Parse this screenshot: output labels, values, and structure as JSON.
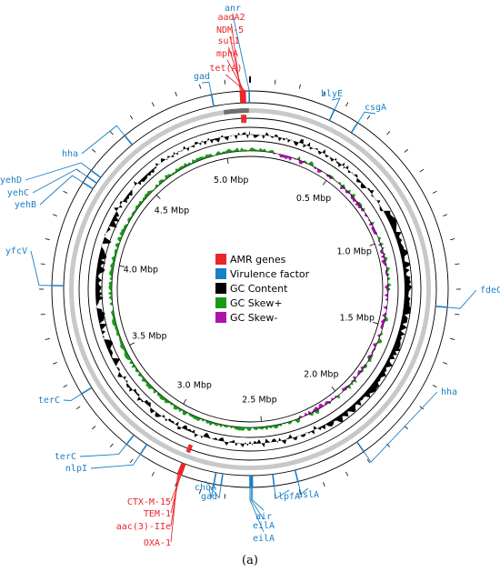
{
  "genome": {
    "length_mbp": 5.14
  },
  "colors": {
    "amr": "#e8262b",
    "virulence": "#1b7fc4",
    "gc_content": "#000000",
    "gc_skew_plus": "#1a9a1a",
    "gc_skew_minus": "#b012b0",
    "backbone": "#c8c8c8"
  },
  "scale_labels": [
    "0.5 Mbp",
    "1.0 Mbp",
    "1.5 Mbp",
    "2.0 Mbp",
    "2.5 Mbp",
    "3.0 Mbp",
    "3.5 Mbp",
    "4.0 Mbp",
    "4.5 Mbp",
    "5.0 Mbp"
  ],
  "legend": [
    {
      "label": "AMR genes",
      "color_key": "amr"
    },
    {
      "label": "Virulence factor",
      "color_key": "virulence"
    },
    {
      "label": "GC Content",
      "color_key": "gc_content"
    },
    {
      "label": "GC Skew+",
      "color_key": "gc_skew_plus"
    },
    {
      "label": "GC Skew-",
      "color_key": "gc_skew_minus"
    }
  ],
  "amr_genes": [
    {
      "name": "anr",
      "kind": "virulence",
      "pos_mbp": 5.137
    },
    {
      "name": "aadA2",
      "kind": "amr",
      "pos_mbp": 5.1
    },
    {
      "name": "NDM-5",
      "kind": "amr",
      "pos_mbp": 5.105
    },
    {
      "name": "sul1",
      "kind": "amr",
      "pos_mbp": 5.11
    },
    {
      "name": "mphA",
      "kind": "amr",
      "pos_mbp": 5.115
    },
    {
      "name": "tet(A)",
      "kind": "amr",
      "pos_mbp": 5.12
    },
    {
      "name": "CTX-M-15",
      "kind": "amr",
      "pos_mbp": 2.86
    },
    {
      "name": "TEM-1",
      "kind": "amr",
      "pos_mbp": 2.865
    },
    {
      "name": "aac(3)-IIe",
      "kind": "amr",
      "pos_mbp": 2.87
    },
    {
      "name": "OXA-1",
      "kind": "amr",
      "pos_mbp": 2.875
    }
  ],
  "virulence_genes": [
    {
      "name": "gad",
      "pos_mbp": 4.98
    },
    {
      "name": "hlyE",
      "pos_mbp": 0.36
    },
    {
      "name": "csgA",
      "pos_mbp": 0.47
    },
    {
      "name": "fdeC",
      "pos_mbp": 1.36
    },
    {
      "name": "hha",
      "pos_mbp": 2.07
    },
    {
      "name": "aslA",
      "pos_mbp": 2.37
    },
    {
      "name": "lpfA",
      "pos_mbp": 2.47
    },
    {
      "name": "air",
      "pos_mbp": 2.56
    },
    {
      "name": "eilA",
      "pos_mbp": 2.565
    },
    {
      "name": "eilA",
      "pos_mbp": 2.57
    },
    {
      "name": "chuA",
      "pos_mbp": 2.69
    },
    {
      "name": "gad",
      "pos_mbp": 2.72
    },
    {
      "name": "nlpI",
      "pos_mbp": 3.05
    },
    {
      "name": "terC",
      "pos_mbp": 3.12
    },
    {
      "name": "terC",
      "pos_mbp": 3.4
    },
    {
      "name": "yfcV",
      "pos_mbp": 3.87
    },
    {
      "name": "yehB",
      "pos_mbp": 4.32
    },
    {
      "name": "yehC",
      "pos_mbp": 4.35
    },
    {
      "name": "yehD",
      "pos_mbp": 4.38
    },
    {
      "name": "hha",
      "pos_mbp": 4.58
    }
  ],
  "panel_label": "(a)"
}
